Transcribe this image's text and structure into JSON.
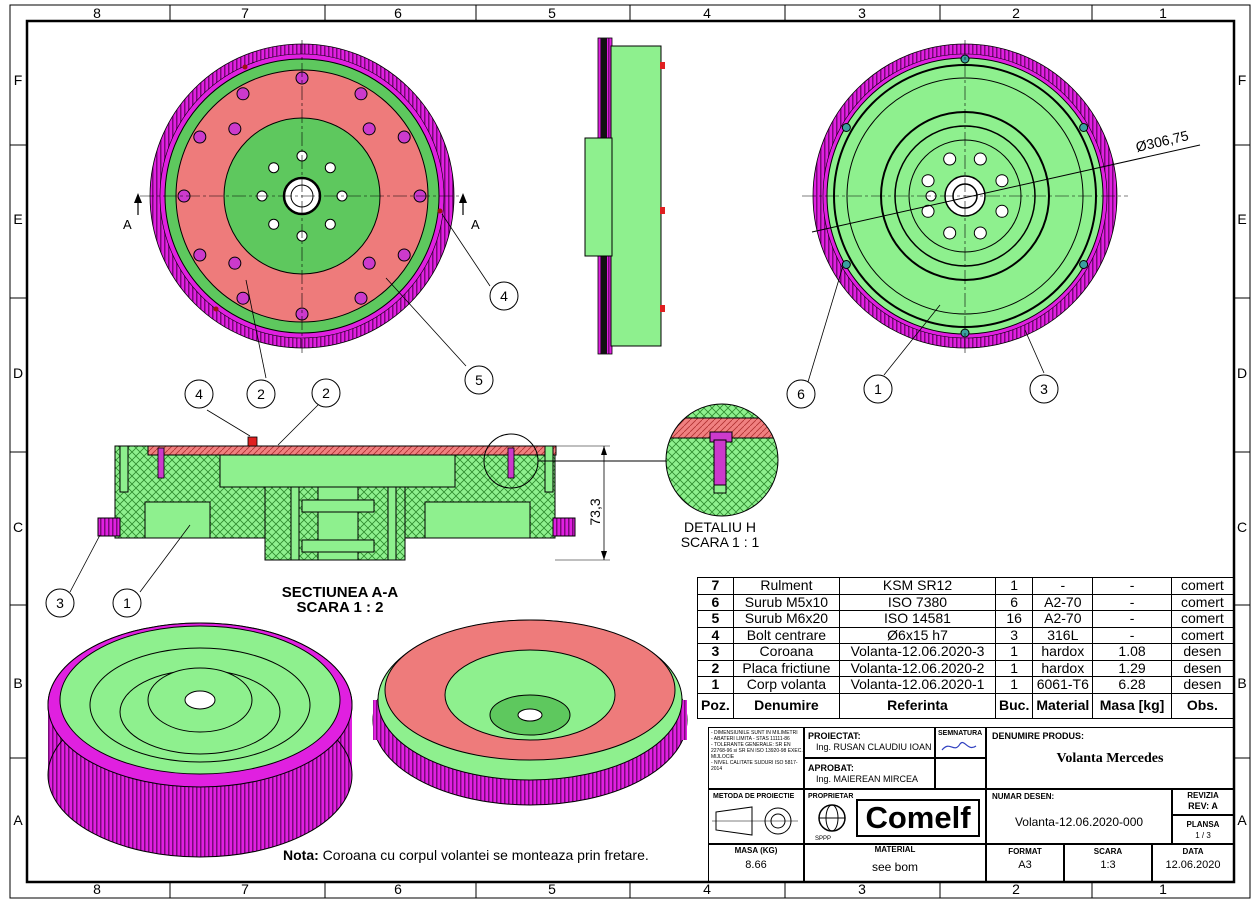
{
  "border": {
    "columns": [
      "8",
      "7",
      "6",
      "5",
      "4",
      "3",
      "2",
      "1"
    ],
    "rows": [
      "F",
      "E",
      "D",
      "C",
      "B",
      "A"
    ]
  },
  "views": {
    "section_mark": "A",
    "dimension_diameter": "Ø306,75",
    "dimension_height": "73,3",
    "section_title": "SECTIUNEA A-A",
    "section_scale": "SCARA 1 : 2",
    "detail_title": "DETALIU H",
    "detail_scale": "SCARA 1 : 1"
  },
  "balloons": [
    "4",
    "2",
    "5",
    "6",
    "1",
    "3",
    "4",
    "2",
    "3",
    "1"
  ],
  "bom": {
    "headers": {
      "pos": "Poz.",
      "name": "Denumire",
      "ref": "Referinta",
      "qty": "Buc.",
      "mat": "Material",
      "mass": "Masa [kg]",
      "obs": "Obs."
    },
    "rows": [
      {
        "pos": "7",
        "name": "Rulment",
        "ref": "KSM SR12",
        "qty": "1",
        "mat": "-",
        "mass": "-",
        "obs": "comert"
      },
      {
        "pos": "6",
        "name": "Surub M5x10",
        "ref": "ISO 7380",
        "qty": "6",
        "mat": "A2-70",
        "mass": "-",
        "obs": "comert"
      },
      {
        "pos": "5",
        "name": "Surub M6x20",
        "ref": "ISO 14581",
        "qty": "16",
        "mat": "A2-70",
        "mass": "-",
        "obs": "comert"
      },
      {
        "pos": "4",
        "name": "Bolt centrare",
        "ref": "Ø6x15 h7",
        "qty": "3",
        "mat": "316L",
        "mass": "-",
        "obs": "comert"
      },
      {
        "pos": "3",
        "name": "Coroana",
        "ref": "Volanta-12.06.2020-3",
        "qty": "1",
        "mat": "hardox",
        "mass": "1.08",
        "obs": "desen"
      },
      {
        "pos": "2",
        "name": "Placa frictiune",
        "ref": "Volanta-12.06.2020-2",
        "qty": "1",
        "mat": "hardox",
        "mass": "1.29",
        "obs": "desen"
      },
      {
        "pos": "1",
        "name": "Corp volanta",
        "ref": "Volanta-12.06.2020-1",
        "qty": "1",
        "mat": "6061-T6",
        "mass": "6.28",
        "obs": "desen"
      }
    ]
  },
  "titleblock": {
    "notes": [
      "- DIMENSIUNILE SUNT IN MILIMETRI",
      "- ABATERI LIMITA - STAS 11111-86",
      "- TOLERANTE GENERALE: SR EN 22768-96 si SR EN ISO 13920-98 EXEC. MIJLOCIE",
      "- NIVEL CALITATE SUDURI ISO 5817-2014"
    ],
    "proiectat_label": "PROIECTAT:",
    "proiectat_name": "Ing. RUSAN CLAUDIU IOAN",
    "semnatura_label": "SEMNATURA",
    "aprobat_label": "APROBAT:",
    "aprobat_name": "Ing. MAIEREAN MIRCEA",
    "denumire_label": "DENUMIRE PRODUS:",
    "denumire_value": "Volanta Mercedes",
    "metoda_label": "METODA DE PROIECTIE",
    "proprietar_label": "PROPRIETAR",
    "company": "Comelf",
    "company_sub": "SPPP",
    "numar_label": "NUMAR DESEN:",
    "numar_value": "Volanta-12.06.2020-000",
    "revizia_label": "REVIZIA",
    "revizia_value": "REV: A",
    "plansa_label": "PLANSA",
    "plansa_value": "1 / 3",
    "masa_label": "MASA (KG)",
    "masa_value": "8.66",
    "material_label": "MATERIAL",
    "material_value": "see bom",
    "format_label": "FORMAT",
    "format_value": "A3",
    "scara_label": "SCARA",
    "scara_value": "1:3",
    "data_label": "DATA",
    "data_value": "12.06.2020"
  },
  "note": {
    "label": "Nota:",
    "text": " Coroana cu corpul volantei se monteaza prin fretare."
  },
  "colors": {
    "green": "#8ef08e",
    "dark_green": "#5ec85e",
    "pink": "#ee7b7b",
    "magenta": "#e020e0",
    "hatch": "#2e8b2e"
  }
}
